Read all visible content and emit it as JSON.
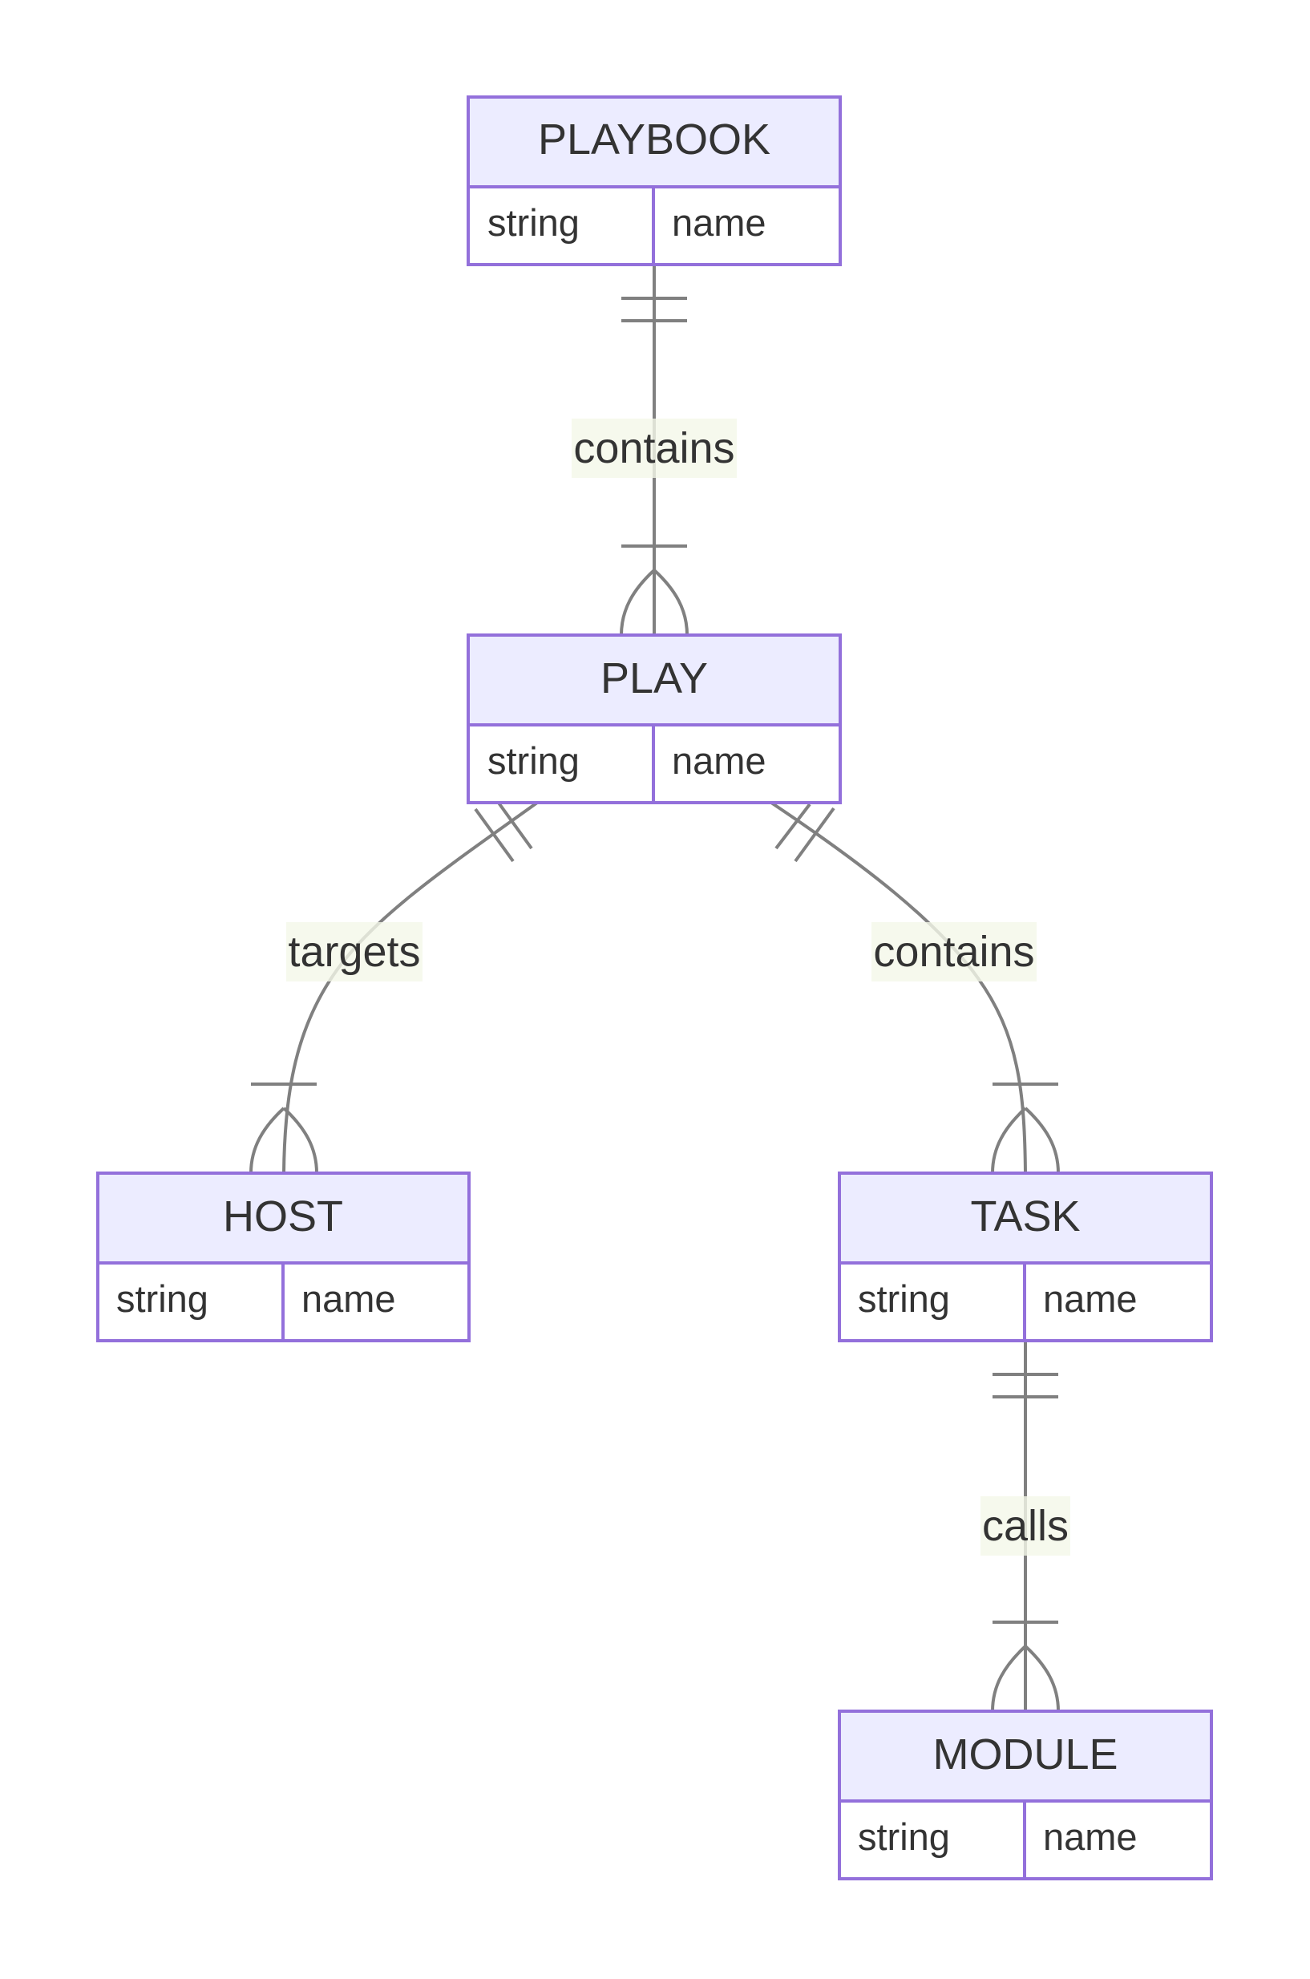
{
  "entities": {
    "playbook": {
      "name": "PLAYBOOK",
      "attr_type": "string",
      "attr_name": "name"
    },
    "play": {
      "name": "PLAY",
      "attr_type": "string",
      "attr_name": "name"
    },
    "host": {
      "name": "HOST",
      "attr_type": "string",
      "attr_name": "name"
    },
    "task": {
      "name": "TASK",
      "attr_type": "string",
      "attr_name": "name"
    },
    "module": {
      "name": "MODULE",
      "attr_type": "string",
      "attr_name": "name"
    }
  },
  "relationships": {
    "playbook_play": {
      "label": "contains",
      "from": "PLAYBOOK",
      "to": "PLAY",
      "from_cardinality": "exactly one",
      "to_cardinality": "one or more"
    },
    "play_host": {
      "label": "targets",
      "from": "PLAY",
      "to": "HOST",
      "from_cardinality": "exactly one",
      "to_cardinality": "one or more"
    },
    "play_task": {
      "label": "contains",
      "from": "PLAY",
      "to": "TASK",
      "from_cardinality": "exactly one",
      "to_cardinality": "one or more"
    },
    "task_module": {
      "label": "calls",
      "from": "TASK",
      "to": "MODULE",
      "from_cardinality": "exactly one",
      "to_cardinality": "one or more"
    }
  },
  "colors": {
    "entity_fill": "#ececff",
    "entity_border": "#9370db",
    "line": "#808080",
    "label_background": "#f4f8e8",
    "text": "#333333"
  }
}
